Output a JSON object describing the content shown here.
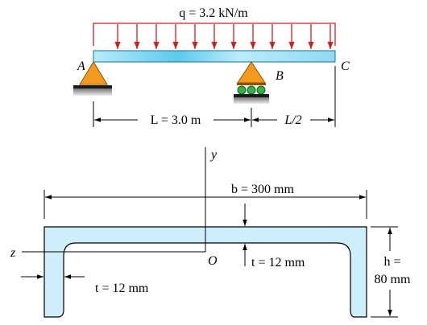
{
  "load": {
    "q_text": "q = 3.2 kN/m"
  },
  "beam": {
    "a": "A",
    "b": "B",
    "c": "C"
  },
  "dims": {
    "span_L": "L = 3.0 m",
    "span_L2": "L/2"
  },
  "section": {
    "axis_y": "y",
    "axis_z": "z",
    "origin": "O",
    "width": "b = 300 mm",
    "flange_t": "t = 12 mm",
    "web_t": "t = 12 mm",
    "height_1": "h =",
    "height_2": "80 mm"
  },
  "colors": {
    "load_red": "#cc1f1f",
    "beam_blue": "#9fe0f5",
    "support_orange": "#f49a1e",
    "roller_green": "#33b24a",
    "section_fill": "#cdeefa"
  }
}
